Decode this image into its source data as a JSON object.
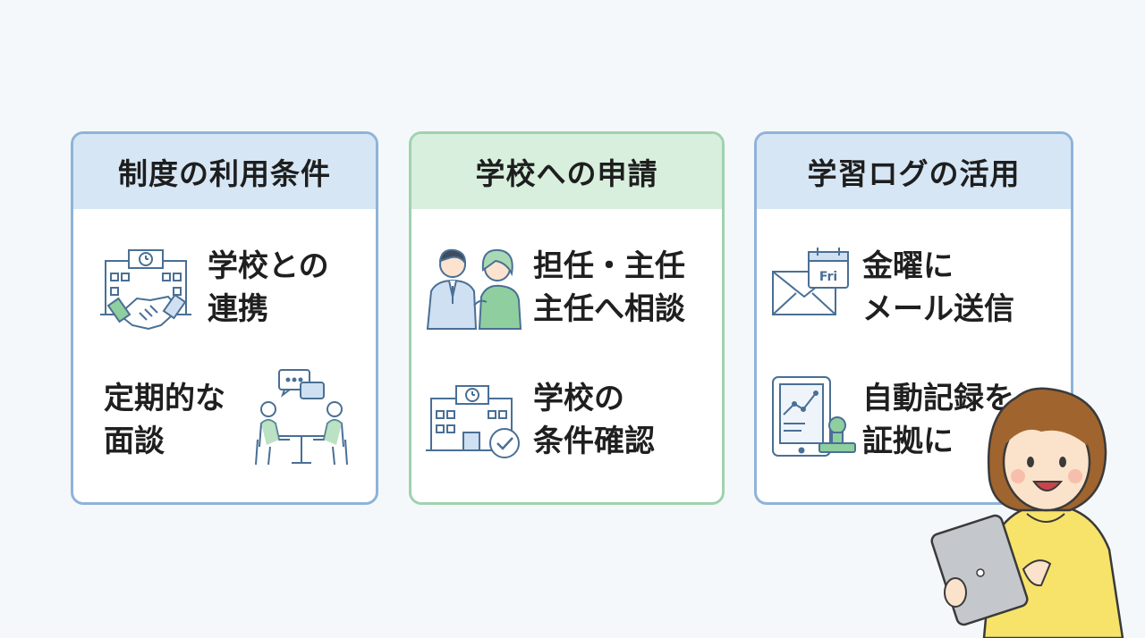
{
  "cards": [
    {
      "title": "制度の利用条件",
      "items": [
        {
          "icon": "school-handshake-icon",
          "line1": "学校との",
          "line2": "連携"
        },
        {
          "icon": "meeting-table-icon",
          "line1": "定期的な",
          "line2": "面談"
        }
      ]
    },
    {
      "title": "学校への申請",
      "items": [
        {
          "icon": "teacher-consultation-icon",
          "line1": "担任・主任",
          "line2": "主任へ相談"
        },
        {
          "icon": "school-check-icon",
          "line1": "学校の",
          "line2": "条件確認"
        }
      ]
    },
    {
      "title": "学習ログの活用",
      "items": [
        {
          "icon": "mail-calendar-icon",
          "calendar_label": "Fri",
          "line1": "金曜に",
          "line2": "メール送信"
        },
        {
          "icon": "tablet-chart-stamp-icon",
          "line1": "自動記録を",
          "line2": "証拠に"
        }
      ]
    }
  ],
  "colors": {
    "blue_border": "#8fb3d8",
    "blue_header": "#d6e6f5",
    "green_border": "#9fd2ae",
    "green_header": "#d8efdd",
    "icon_line": "#4a6f95",
    "icon_green": "#8fcf9f",
    "icon_blue_fill": "#cfe0f2"
  }
}
